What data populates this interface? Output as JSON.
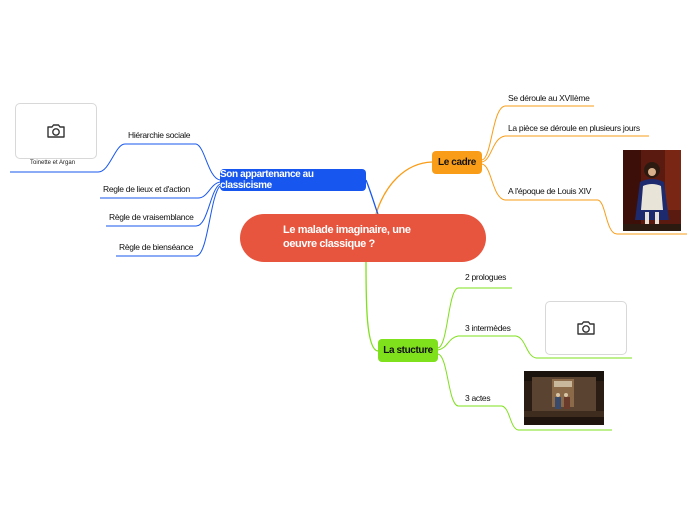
{
  "central": {
    "title": "Le malade imaginaire, une oeuvre classique ?"
  },
  "branches": {
    "classicism": {
      "label": "Son appartenance au classicisme",
      "items": [
        "Hiérarchie sociale",
        "Regle de lieux et d'action",
        "Règle de vraisemblance",
        "Règle de bienséance"
      ],
      "image_caption": "Toinette et Argan"
    },
    "cadre": {
      "label": "Le cadre",
      "items": [
        "Se déroule au XVIIème",
        "La pièce se déroule en plusieurs jours",
        "A l'époque de Louis XIV"
      ]
    },
    "structure": {
      "label": "La stucture",
      "items": [
        "2 prologues",
        "3 intermèdes",
        "3 actes"
      ]
    }
  },
  "colors": {
    "central": "#e8553e",
    "blue": "#1757ef",
    "orange": "#f99d18",
    "green": "#7fe01c"
  },
  "icons": [
    "camera-icon"
  ]
}
